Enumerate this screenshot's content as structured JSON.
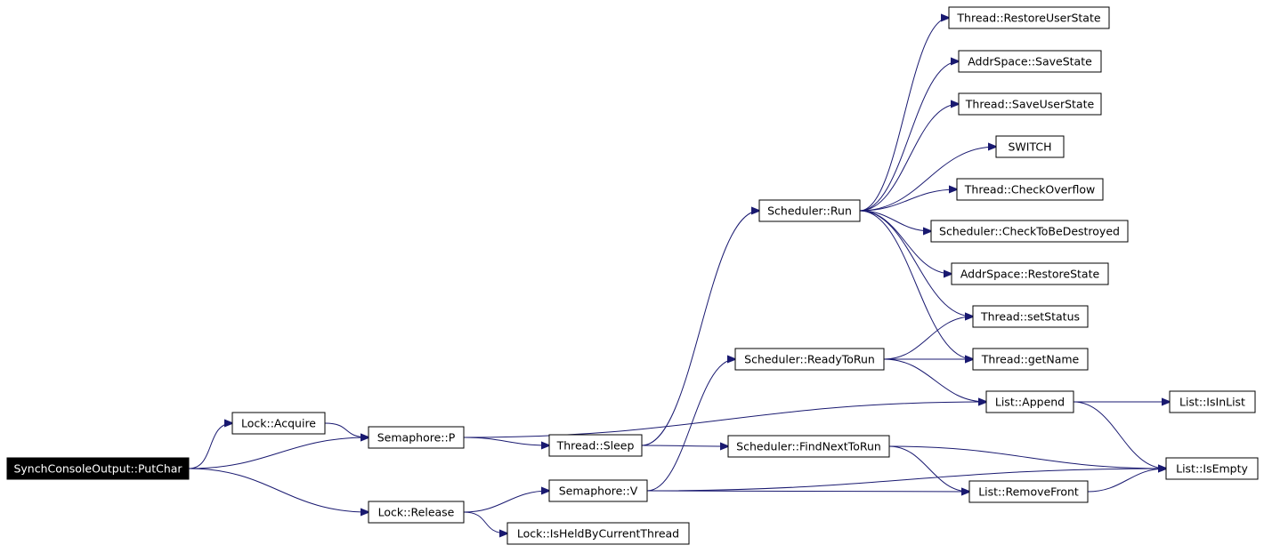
{
  "graph": {
    "edge_color": "#191970",
    "nodes": [
      {
        "id": "putchar",
        "label": "SynchConsoleOutput::PutChar",
        "root": true
      },
      {
        "id": "acquire",
        "label": "Lock::Acquire"
      },
      {
        "id": "release",
        "label": "Lock::Release"
      },
      {
        "id": "semP",
        "label": "Semaphore::P"
      },
      {
        "id": "semV",
        "label": "Semaphore::V"
      },
      {
        "id": "isheld",
        "label": "Lock::IsHeldByCurrentThread"
      },
      {
        "id": "sleep",
        "label": "Thread::Sleep"
      },
      {
        "id": "run",
        "label": "Scheduler::Run"
      },
      {
        "id": "ready",
        "label": "Scheduler::ReadyToRun"
      },
      {
        "id": "findnext",
        "label": "Scheduler::FindNextToRun"
      },
      {
        "id": "restoreuser",
        "label": "Thread::RestoreUserState"
      },
      {
        "id": "savestate",
        "label": "AddrSpace::SaveState"
      },
      {
        "id": "saveuser",
        "label": "Thread::SaveUserState"
      },
      {
        "id": "switch",
        "label": "SWITCH"
      },
      {
        "id": "checkoverflow",
        "label": "Thread::CheckOverflow"
      },
      {
        "id": "checkdestroy",
        "label": "Scheduler::CheckToBeDestroyed"
      },
      {
        "id": "restorestate",
        "label": "AddrSpace::RestoreState"
      },
      {
        "id": "setstatus",
        "label": "Thread::setStatus"
      },
      {
        "id": "getname",
        "label": "Thread::getName"
      },
      {
        "id": "append",
        "label": "List::Append"
      },
      {
        "id": "removefront",
        "label": "List::RemoveFront"
      },
      {
        "id": "isinlist",
        "label": "List::IsInList"
      },
      {
        "id": "isempty",
        "label": "List::IsEmpty"
      }
    ],
    "edges": [
      {
        "from": "putchar",
        "to": "acquire"
      },
      {
        "from": "putchar",
        "to": "semP"
      },
      {
        "from": "putchar",
        "to": "release"
      },
      {
        "from": "acquire",
        "to": "semP"
      },
      {
        "from": "semP",
        "to": "append"
      },
      {
        "from": "semP",
        "to": "sleep"
      },
      {
        "from": "release",
        "to": "semV"
      },
      {
        "from": "release",
        "to": "isheld"
      },
      {
        "from": "semV",
        "to": "ready"
      },
      {
        "from": "semV",
        "to": "removefront"
      },
      {
        "from": "semV",
        "to": "isempty"
      },
      {
        "from": "sleep",
        "to": "run"
      },
      {
        "from": "sleep",
        "to": "findnext"
      },
      {
        "from": "run",
        "to": "restoreuser"
      },
      {
        "from": "run",
        "to": "savestate"
      },
      {
        "from": "run",
        "to": "saveuser"
      },
      {
        "from": "run",
        "to": "switch"
      },
      {
        "from": "run",
        "to": "checkoverflow"
      },
      {
        "from": "run",
        "to": "checkdestroy"
      },
      {
        "from": "run",
        "to": "restorestate"
      },
      {
        "from": "run",
        "to": "setstatus"
      },
      {
        "from": "run",
        "to": "getname"
      },
      {
        "from": "ready",
        "to": "setstatus"
      },
      {
        "from": "ready",
        "to": "getname"
      },
      {
        "from": "ready",
        "to": "append"
      },
      {
        "from": "findnext",
        "to": "isempty"
      },
      {
        "from": "findnext",
        "to": "removefront"
      },
      {
        "from": "append",
        "to": "isinlist"
      },
      {
        "from": "append",
        "to": "isempty"
      },
      {
        "from": "removefront",
        "to": "isempty"
      }
    ]
  }
}
